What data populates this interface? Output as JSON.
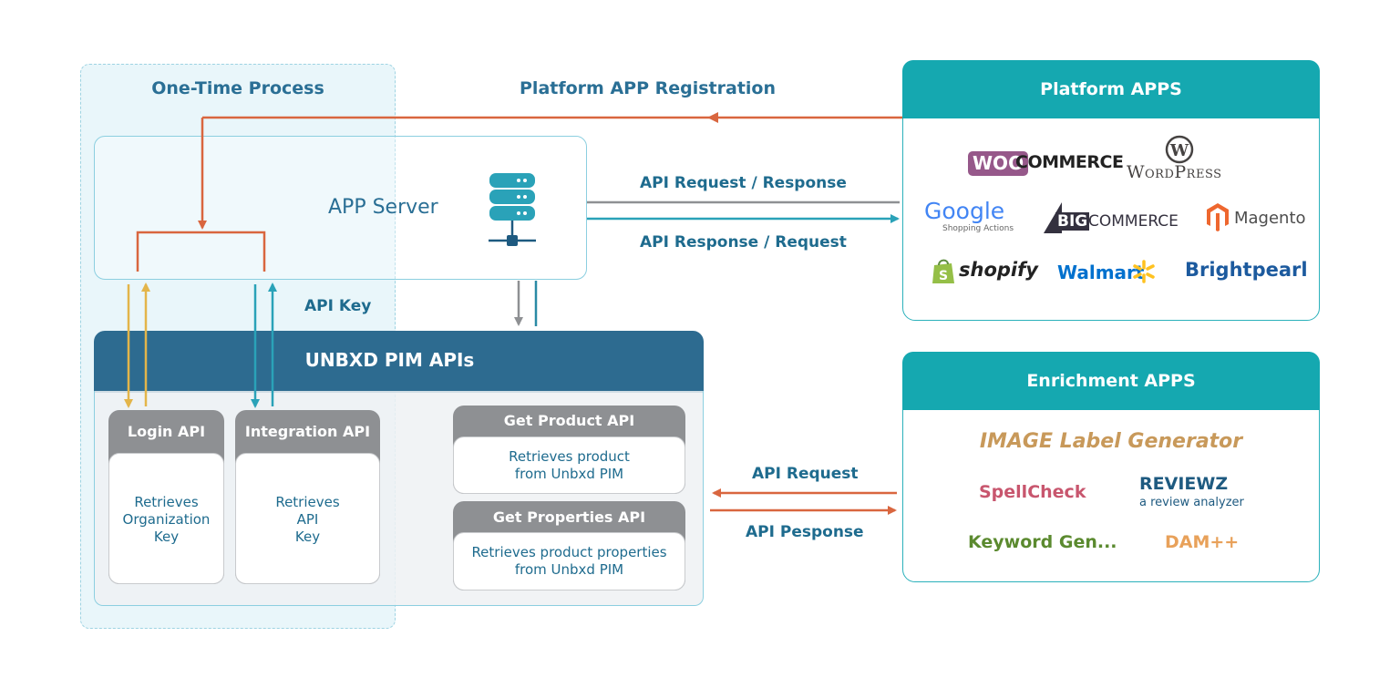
{
  "one_time_process": {
    "title": "One-Time Process"
  },
  "app_server": {
    "label": "APP Server"
  },
  "flows": {
    "registration": "Platform APP Registration",
    "api_request_response": "API Request / Response",
    "api_response_request": "API Response / Request",
    "api_key": "API Key",
    "api_request": "API Request",
    "api_response": "API Pesponse"
  },
  "pim": {
    "title": "UNBXD PIM APIs",
    "login_api": {
      "title": "Login API",
      "description": "Retrieves\nOrganization\nKey"
    },
    "integration_api": {
      "title": "Integration API",
      "description": "Retrieves\nAPI\nKey"
    },
    "get_product_api": {
      "title": "Get Product API",
      "description": "Retrieves product\nfrom Unbxd PIM"
    },
    "get_properties_api": {
      "title": "Get Properties API",
      "description": "Retrieves product properties\nfrom Unbxd PIM"
    }
  },
  "platform_apps": {
    "title": "Platform APPS",
    "logos": {
      "woocommerce_a": "WOO",
      "woocommerce_b": "COMMERCE",
      "wordpress": "WordPress",
      "google": "Google",
      "google_sub": "Shopping Actions",
      "bigcommerce_a": "BIG",
      "bigcommerce_b": "COMMERCE",
      "magento": "Magento",
      "shopify": "shopify",
      "walmart": "Walmart",
      "brightpearl": "Brightpearl"
    }
  },
  "enrichment_apps": {
    "title": "Enrichment APPS",
    "image_label": "IMAGE Label Generator",
    "spellcheck": "SpellCheck",
    "reviewz": "REVIEWZ",
    "reviewz_sub": "a review analyzer",
    "keyword_gen": "Keyword Gen...",
    "dam": "DAM++"
  },
  "colors": {
    "teal": "#15a8b0",
    "navy": "#2d6b90",
    "orange_arrow": "#d9663f",
    "yellow_arrow": "#e3b54a",
    "grey": "#8e9093"
  }
}
